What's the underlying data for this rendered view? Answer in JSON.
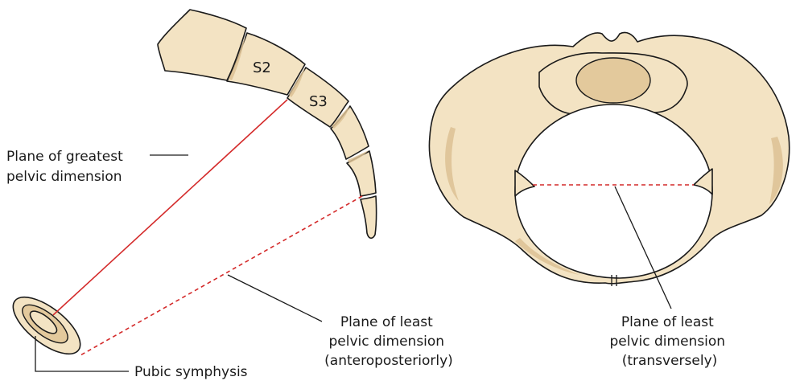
{
  "sacrum": {
    "segment_s2": "S2",
    "segment_s3": "S3"
  },
  "labels": {
    "greatest_plane": [
      "Plane of greatest",
      "pelvic dimension"
    ],
    "least_plane_ap": [
      "Plane of least",
      "pelvic dimension",
      "(anteroposteriorly)"
    ],
    "pubic_symphysis": "Pubic symphysis",
    "least_plane_transverse": [
      "Plane of least",
      "pelvic dimension",
      "(transversely)"
    ]
  },
  "colors": {
    "bone_fill": "#f3e3c3",
    "bone_shade": "#dcc194",
    "outline": "#1a1a1a",
    "plane_line": "#d42a2a"
  }
}
